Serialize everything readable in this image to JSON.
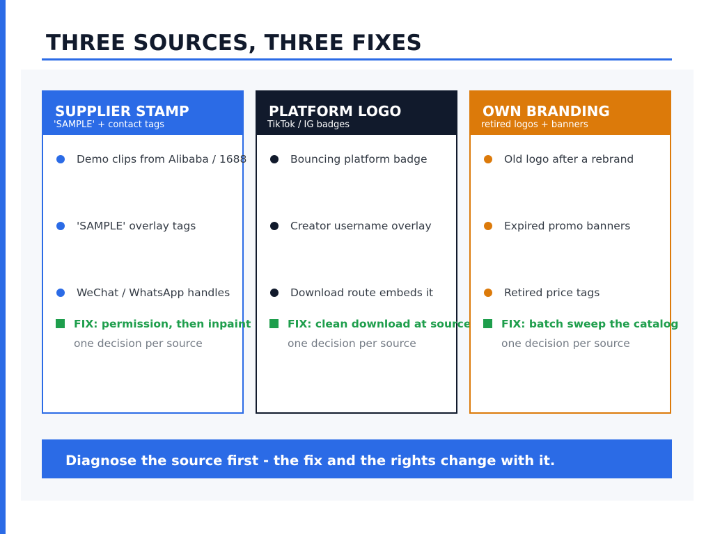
{
  "slide": {
    "title": "THREE SOURCES, THREE FIXES",
    "accent_color": "#2b6be6"
  },
  "cards": [
    {
      "title": "SUPPLIER STAMP",
      "subtitle": "'SAMPLE' + contact tags",
      "color": "#2b6be6",
      "items": [
        "Demo clips from Alibaba / 1688",
        "'SAMPLE' overlay tags",
        "WeChat / WhatsApp handles"
      ],
      "fix": "FIX: permission, then inpaint",
      "fix_note": "one decision per source"
    },
    {
      "title": "PLATFORM LOGO",
      "subtitle": "TikTok / IG badges",
      "color": "#111a2c",
      "items": [
        "Bouncing platform badge",
        "Creator username overlay",
        "Download route embeds it"
      ],
      "fix": "FIX: clean download at source",
      "fix_note": "one decision per source"
    },
    {
      "title": "OWN BRANDING",
      "subtitle": "retired logos + banners",
      "color": "#dc7a0a",
      "items": [
        "Old logo after a rebrand",
        "Expired promo banners",
        "Retired price tags"
      ],
      "fix": "FIX: batch sweep the catalog",
      "fix_note": "one decision per source"
    }
  ],
  "fix_color": "#1e9e4c",
  "banner": {
    "text": "Diagnose the source first - the fix and the rights change with it."
  }
}
